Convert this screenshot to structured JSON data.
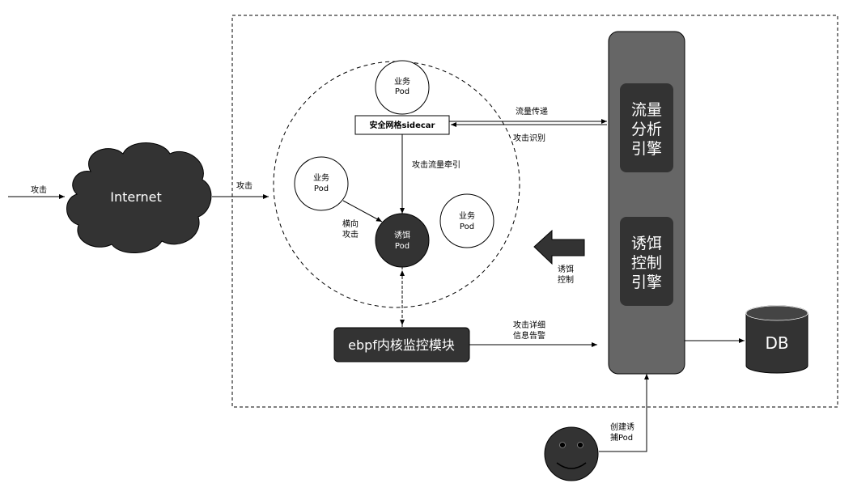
{
  "nodes": {
    "internet": "Internet",
    "db": "DB",
    "sidecar": "安全网格sidecar",
    "ebpf": "ebpf内核监控模块",
    "traffic_engine": [
      "流量",
      "分析",
      "引擎"
    ],
    "decoy_engine": [
      "诱饵",
      "控制",
      "引擎"
    ],
    "pod_top": [
      "业务",
      "Pod"
    ],
    "pod_left": [
      "业务",
      "Pod"
    ],
    "pod_right": [
      "业务",
      "Pod"
    ],
    "pod_decoy": [
      "诱饵",
      "Pod"
    ]
  },
  "edges": {
    "attack_in": "攻击",
    "attack_to_mesh": "攻击",
    "traffic_pass": "流量传递",
    "attack_identify": "攻击识别",
    "attack_redirect": "攻击流量牵引",
    "lateral": [
      "横向",
      "攻击"
    ],
    "decoy_control": [
      "诱饵",
      "控制"
    ],
    "alert": [
      "攻击详细",
      "信息告警"
    ],
    "create_pod": [
      "创建诱",
      "捕Pod"
    ]
  },
  "colors": {
    "dark": "#333333",
    "stroke": "#000000",
    "white": "#ffffff"
  }
}
